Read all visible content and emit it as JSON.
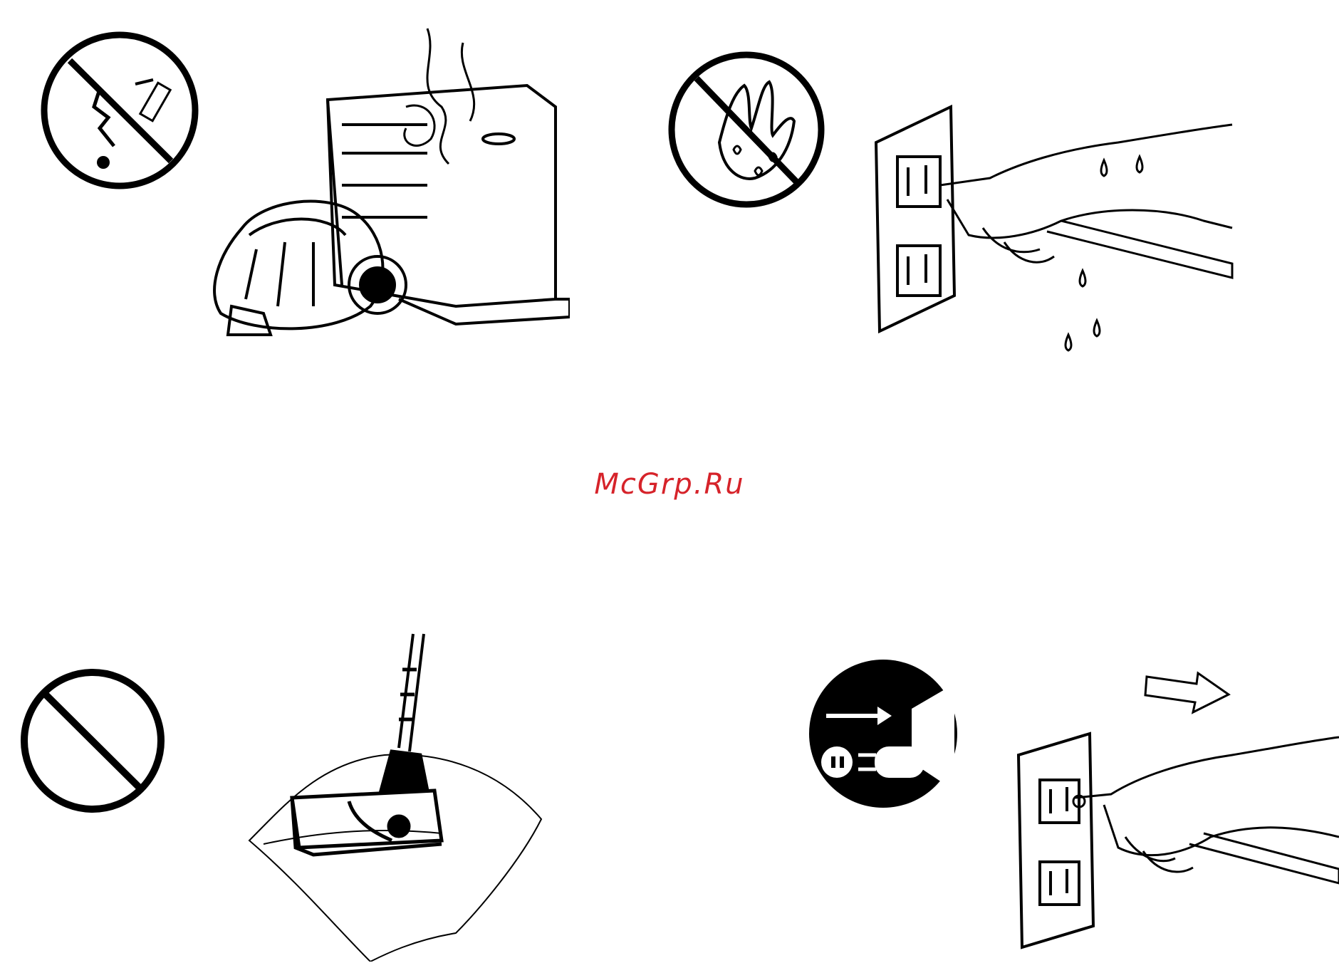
{
  "page": {
    "watermark": "McGrp.Ru",
    "watermark_color": "#d6232a",
    "line_color": "#000000"
  },
  "figures": [
    {
      "icon": "no-heat-source-icon",
      "illustration": "vacuum-near-heater"
    },
    {
      "icon": "no-wet-hands-icon",
      "illustration": "wet-hand-on-plug"
    },
    {
      "icon": "prohibited-icon",
      "illustration": "vacuuming-pillow"
    },
    {
      "icon": "unplug-icon",
      "illustration": "pulling-plug-from-outlet"
    }
  ]
}
